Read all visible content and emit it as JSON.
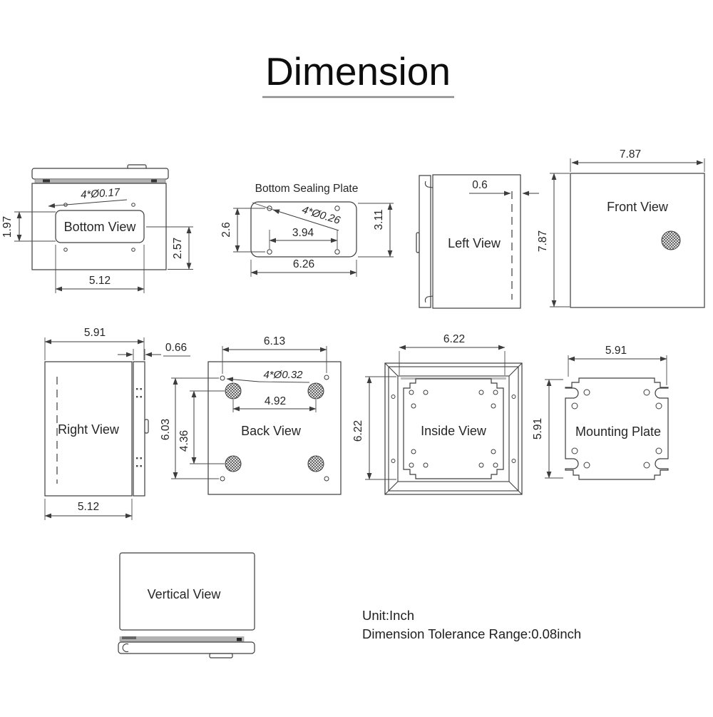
{
  "page": {
    "title": "Dimension",
    "notes": {
      "unit": "Unit:Inch",
      "tolerance": "Dimension Tolerance Range:0.08inch"
    },
    "colors": {
      "line": "#3d3d3d",
      "text": "#262626",
      "title_underline": "#8a8a8a",
      "seam_gray": "#b2b2b2",
      "background": "#ffffff"
    }
  },
  "views": {
    "bottom": {
      "label": "Bottom View",
      "holes_note": "4*Ø0.17",
      "plate_height": "1.97",
      "side_height": "2.57",
      "width": "5.12"
    },
    "sealing_plate": {
      "label": "Bottom Sealing Plate",
      "holes_note": "4*Ø0.26",
      "hole_offset_height": "2.6",
      "height": "3.11",
      "hole_spacing": "3.94",
      "width": "6.26"
    },
    "left": {
      "label": "Left View",
      "door_inset": "0.6"
    },
    "front": {
      "label": "Front View",
      "width": "7.87",
      "height": "7.87"
    },
    "right": {
      "label": "Right View",
      "width": "5.91",
      "flange_width": "0.66",
      "body_width": "5.12"
    },
    "back": {
      "label": "Back View",
      "holes_note": "4*Ø0.32",
      "hole_span_width": "6.13",
      "boss_span_width": "4.92",
      "hole_span_height": "6.03",
      "boss_span_height": "4.36"
    },
    "inside": {
      "label": "Inside View",
      "width": "6.22",
      "height": "6.22"
    },
    "mounting": {
      "label": "Mounting Plate",
      "width": "5.91",
      "height": "5.91"
    },
    "vertical": {
      "label": "Vertical View"
    }
  }
}
